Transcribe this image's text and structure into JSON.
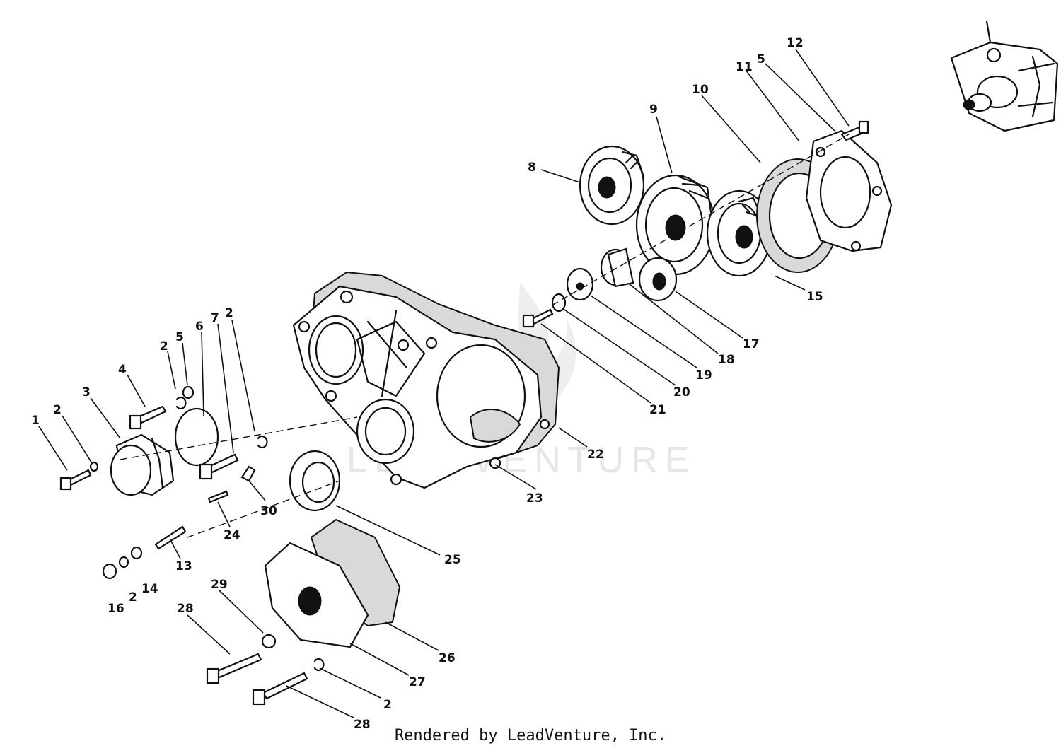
{
  "callouts": [
    {
      "id": "c1",
      "label": "1"
    },
    {
      "id": "c2a",
      "label": "2"
    },
    {
      "id": "c3",
      "label": "3"
    },
    {
      "id": "c4",
      "label": "4"
    },
    {
      "id": "c2b",
      "label": "2"
    },
    {
      "id": "c5a",
      "label": "5"
    },
    {
      "id": "c6",
      "label": "6"
    },
    {
      "id": "c7",
      "label": "7"
    },
    {
      "id": "c2c",
      "label": "2"
    },
    {
      "id": "c8",
      "label": "8"
    },
    {
      "id": "c9",
      "label": "9"
    },
    {
      "id": "c10",
      "label": "10"
    },
    {
      "id": "c11",
      "label": "11"
    },
    {
      "id": "c5b",
      "label": "5"
    },
    {
      "id": "c12",
      "label": "12"
    },
    {
      "id": "c15",
      "label": "15"
    },
    {
      "id": "c17",
      "label": "17"
    },
    {
      "id": "c18",
      "label": "18"
    },
    {
      "id": "c19",
      "label": "19"
    },
    {
      "id": "c20",
      "label": "20"
    },
    {
      "id": "c21",
      "label": "21"
    },
    {
      "id": "c22",
      "label": "22"
    },
    {
      "id": "c23",
      "label": "23"
    },
    {
      "id": "c24",
      "label": "24"
    },
    {
      "id": "c30",
      "label": "30"
    },
    {
      "id": "c13",
      "label": "13"
    },
    {
      "id": "c16",
      "label": "16"
    },
    {
      "id": "c2d",
      "label": "2"
    },
    {
      "id": "c14",
      "label": "14"
    },
    {
      "id": "c25",
      "label": "25"
    },
    {
      "id": "c29",
      "label": "29"
    },
    {
      "id": "c28a",
      "label": "28"
    },
    {
      "id": "c26",
      "label": "26"
    },
    {
      "id": "c27",
      "label": "27"
    },
    {
      "id": "c2e",
      "label": "2"
    },
    {
      "id": "c28b",
      "label": "28"
    }
  ],
  "watermark": "LEADVENTURE",
  "footer": "Rendered by LeadVenture, Inc."
}
